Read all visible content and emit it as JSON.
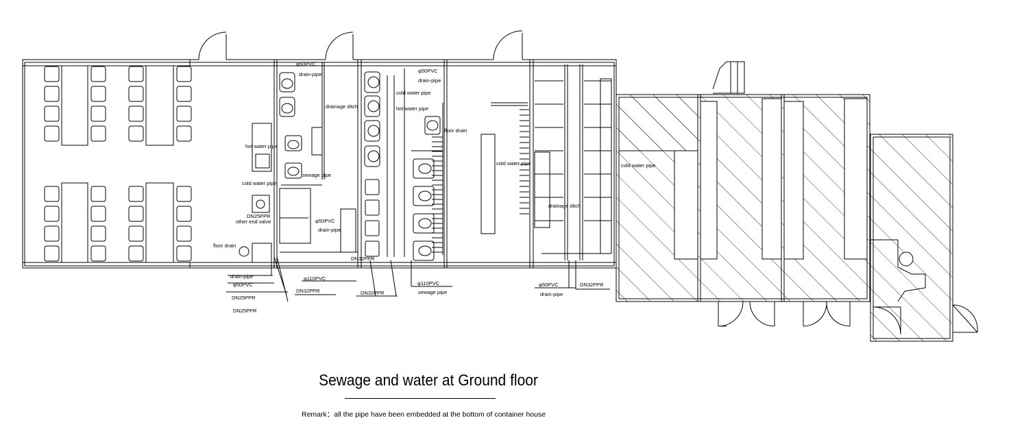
{
  "drawing": {
    "title": "Sewage and water at Ground floor",
    "remark": "Remark：all the pipe have been embedded at the bottom of container house"
  },
  "labels": {
    "phi50pvc_a": "φ50PVC",
    "drain_pipe_a": "drain-pipe",
    "drainage_ditch_a": "drainage ditch",
    "hot_water_pipe_a": "hot water pipe",
    "sewage_pipe_a": "sewage pipe",
    "cold_water_pipe_a": "cold water pipe",
    "dn25ppr_a": "DN25PPR",
    "other_end_valve": "other end valve",
    "phi50pvc_b": "φ50PVC",
    "drain_pipe_b": "drain-pipe",
    "floor_drain_a": "floor drain",
    "drain_pipe_c": "drain-pipe",
    "phi50pvc_c": "φ50PVC",
    "dn25ppr_b": "DN25PPR",
    "dn25ppr_c": "DN25PPR",
    "phi110pvc_a": "φ110PVC",
    "dn32ppr_a": "DN32PPR",
    "dn32ppr_b": "DN32PPR",
    "dn32ppr_c": "DN32PPR",
    "phi50pvc_d": "φ50PVC",
    "drain_pipe_d": "drain-pipe",
    "cold_water_pipe_b": "cold water pipe",
    "hot_water_pipe_b": "hot water pipe",
    "floor_drain_b": "floor drain",
    "phi110pvc_b": "φ110PVC",
    "sewage_pipe_b": "sewage pipe",
    "cold_water_pipe_c": "cold water pipe",
    "drainage_ditch_b": "drainage ditch",
    "phi50pvc_e": "φ50PVC",
    "drain_pipe_e": "drain-pipe",
    "dn32ppr_d": "DN32PPR",
    "cold_water_pipe_d": "cold water pipe"
  },
  "colors": {
    "line": "#000000",
    "background": "#ffffff"
  }
}
